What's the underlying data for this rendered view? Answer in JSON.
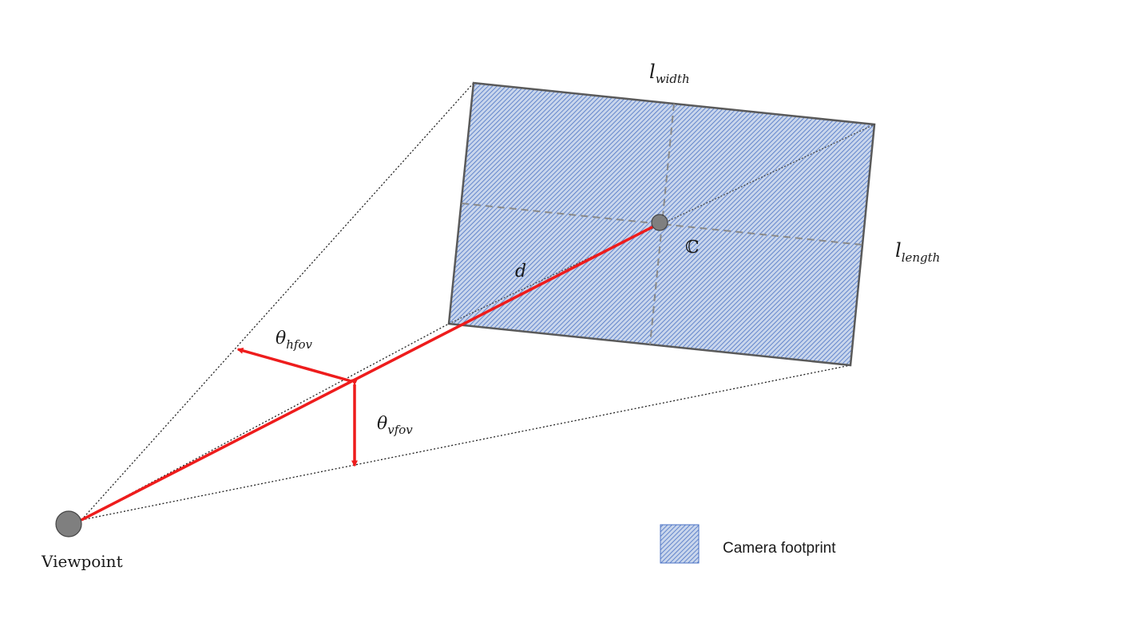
{
  "labels": {
    "width_main": "l",
    "width_sub": "width",
    "length_main": "l",
    "length_sub": "length",
    "distance": "d",
    "hfov_main": "θ",
    "hfov_sub": "hfov",
    "vfov_main": "θ",
    "vfov_sub": "vfov",
    "center": "ℂ",
    "viewpoint": "Viewpoint"
  },
  "legend": {
    "label": "Camera footprint"
  },
  "colors": {
    "footprint_fill": "#b7c9e6",
    "footprint_hatch": "#4a72c4",
    "footprint_border": "#5a5a5a",
    "arrow": "#ee1c1c",
    "point": "#7f7f7f"
  }
}
